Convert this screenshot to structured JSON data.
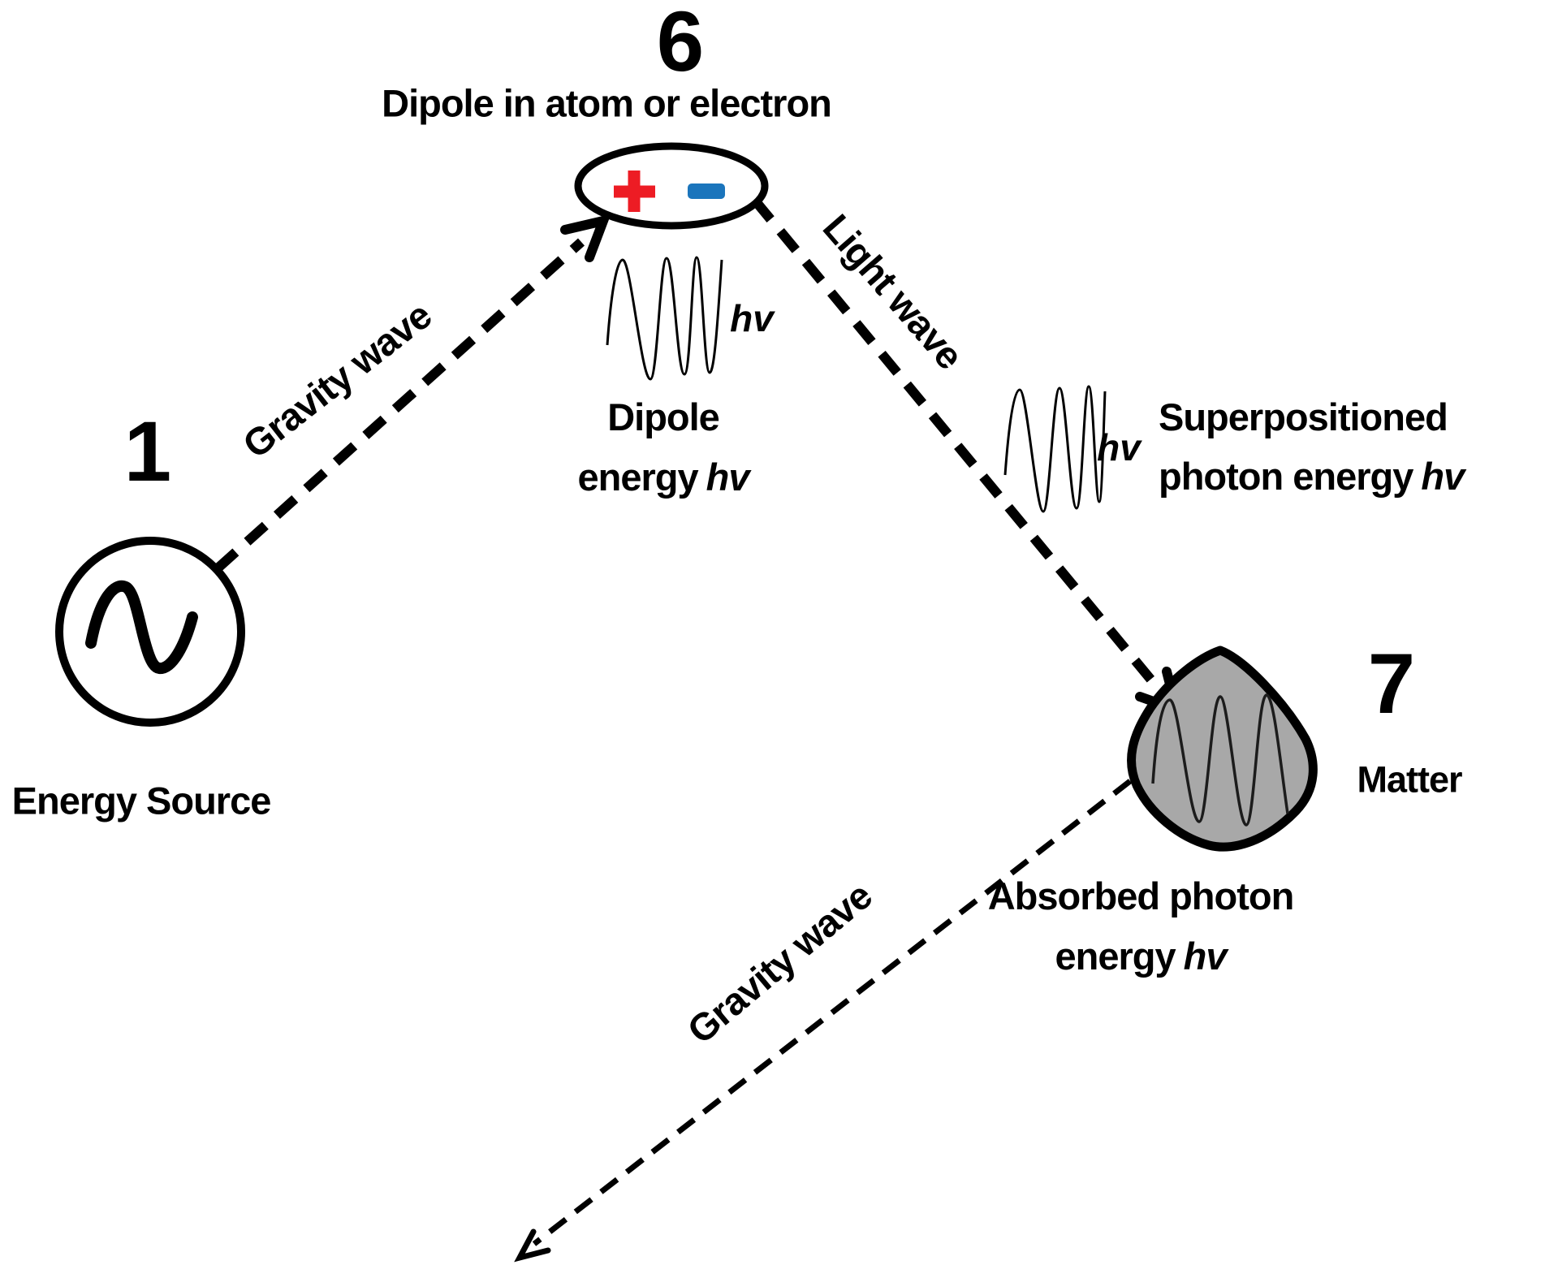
{
  "figure": {
    "energy_source": {
      "number": "1",
      "label": "Energy Source"
    },
    "dipole": {
      "number": "6",
      "title": "Dipole in atom or electron"
    },
    "matter": {
      "number": "7",
      "label": "Matter"
    },
    "arrows": {
      "gravity_wave_in": "Gravity wave",
      "light_wave": "Light wave",
      "gravity_wave_out": "Gravity wave"
    },
    "energy_labels": {
      "dipole_line1": "Dipole",
      "dipole_line2": "energy",
      "superpositioned_line1": "Superpositioned",
      "superpositioned_line2": "photon energy",
      "absorbed_line1": "Absorbed photon",
      "absorbed_line2": "energy",
      "hv": "hv"
    },
    "colors": {
      "plus": "#ed1c24",
      "minus": "#1b75bc",
      "matter_fill": "#a8a8a8",
      "ink": "#000000",
      "background": "#ffffff"
    }
  }
}
